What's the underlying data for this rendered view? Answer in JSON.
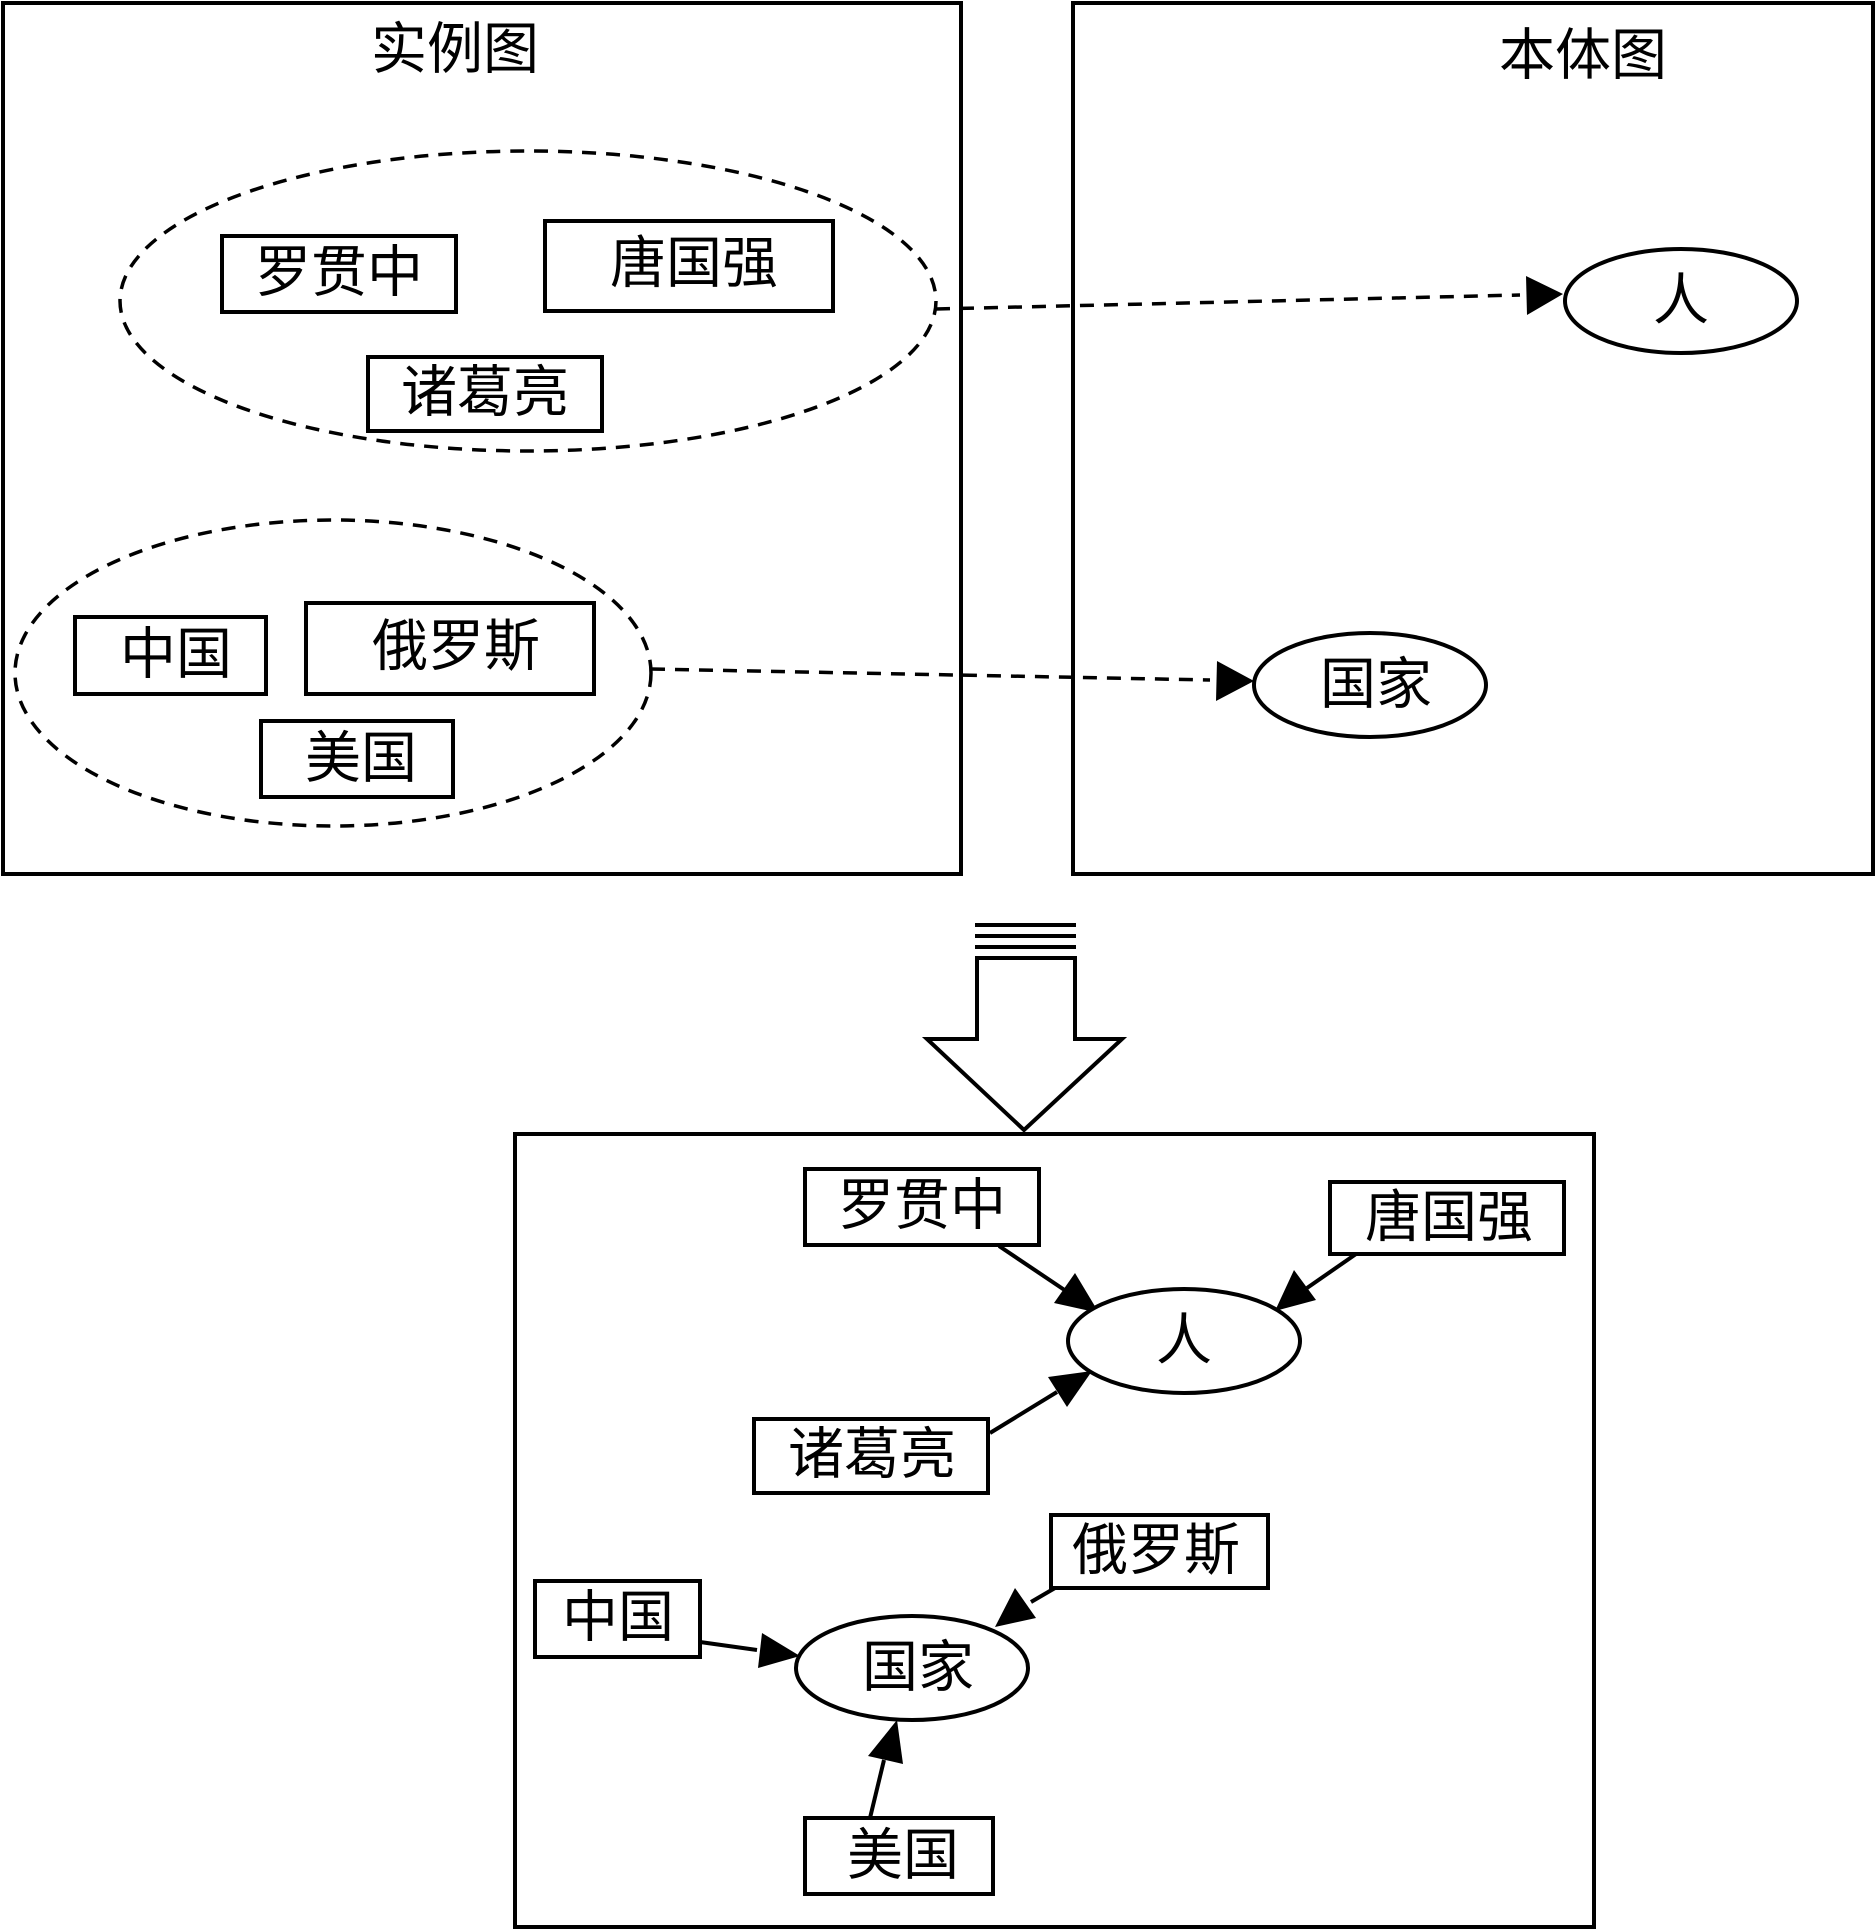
{
  "panels": {
    "instance_title": "实例图",
    "ontology_title": "本体图"
  },
  "instances": {
    "luo_guanzhong": "罗贯中",
    "tang_guoqiang": "唐国强",
    "zhuge_liang": "诸葛亮",
    "china": "中国",
    "russia": "俄罗斯",
    "usa": "美国"
  },
  "concepts": {
    "person": "人",
    "country": "国家"
  }
}
